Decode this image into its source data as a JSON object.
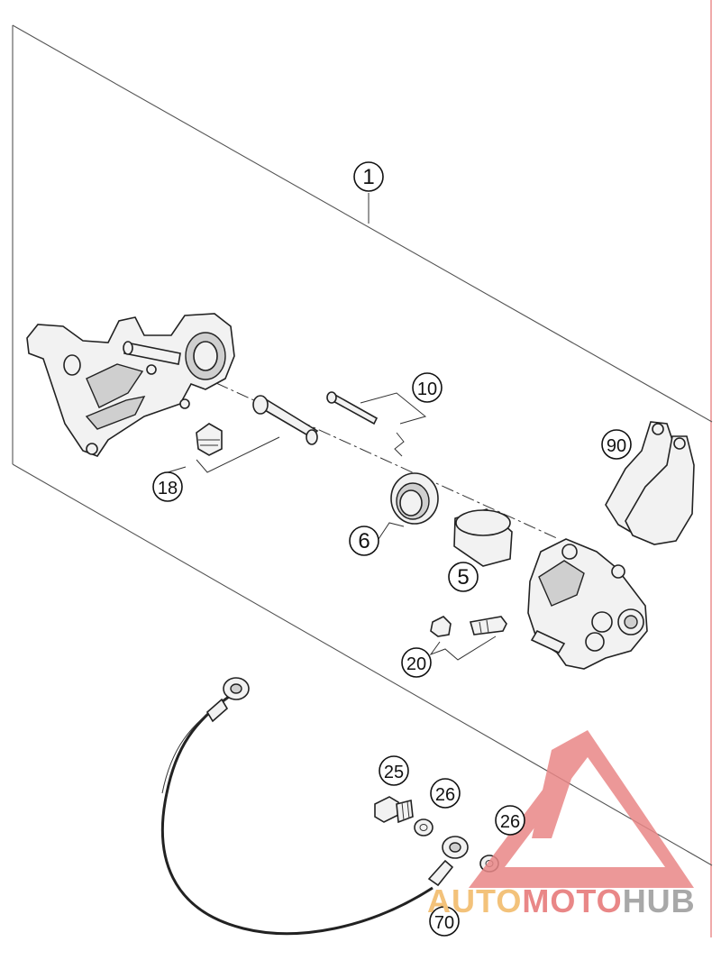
{
  "callouts": [
    {
      "id": "c1",
      "label": "1"
    },
    {
      "id": "c10",
      "label": "10"
    },
    {
      "id": "c90",
      "label": "90"
    },
    {
      "id": "c18",
      "label": "18"
    },
    {
      "id": "c6",
      "label": "6"
    },
    {
      "id": "c5",
      "label": "5"
    },
    {
      "id": "c20",
      "label": "20"
    },
    {
      "id": "c25",
      "label": "25"
    },
    {
      "id": "c26a",
      "label": "26"
    },
    {
      "id": "c26b",
      "label": "26"
    },
    {
      "id": "c70",
      "label": "70"
    }
  ],
  "watermark": {
    "part1": "AUTO",
    "part2": "MOTO",
    "part3": "HUB",
    "color1": "#f3c27a",
    "color2": "#e98787",
    "color3": "#a8a8a8",
    "logo_color": "#e98787"
  },
  "colors": {
    "line": "#222222",
    "margin_line": "#e05555"
  }
}
